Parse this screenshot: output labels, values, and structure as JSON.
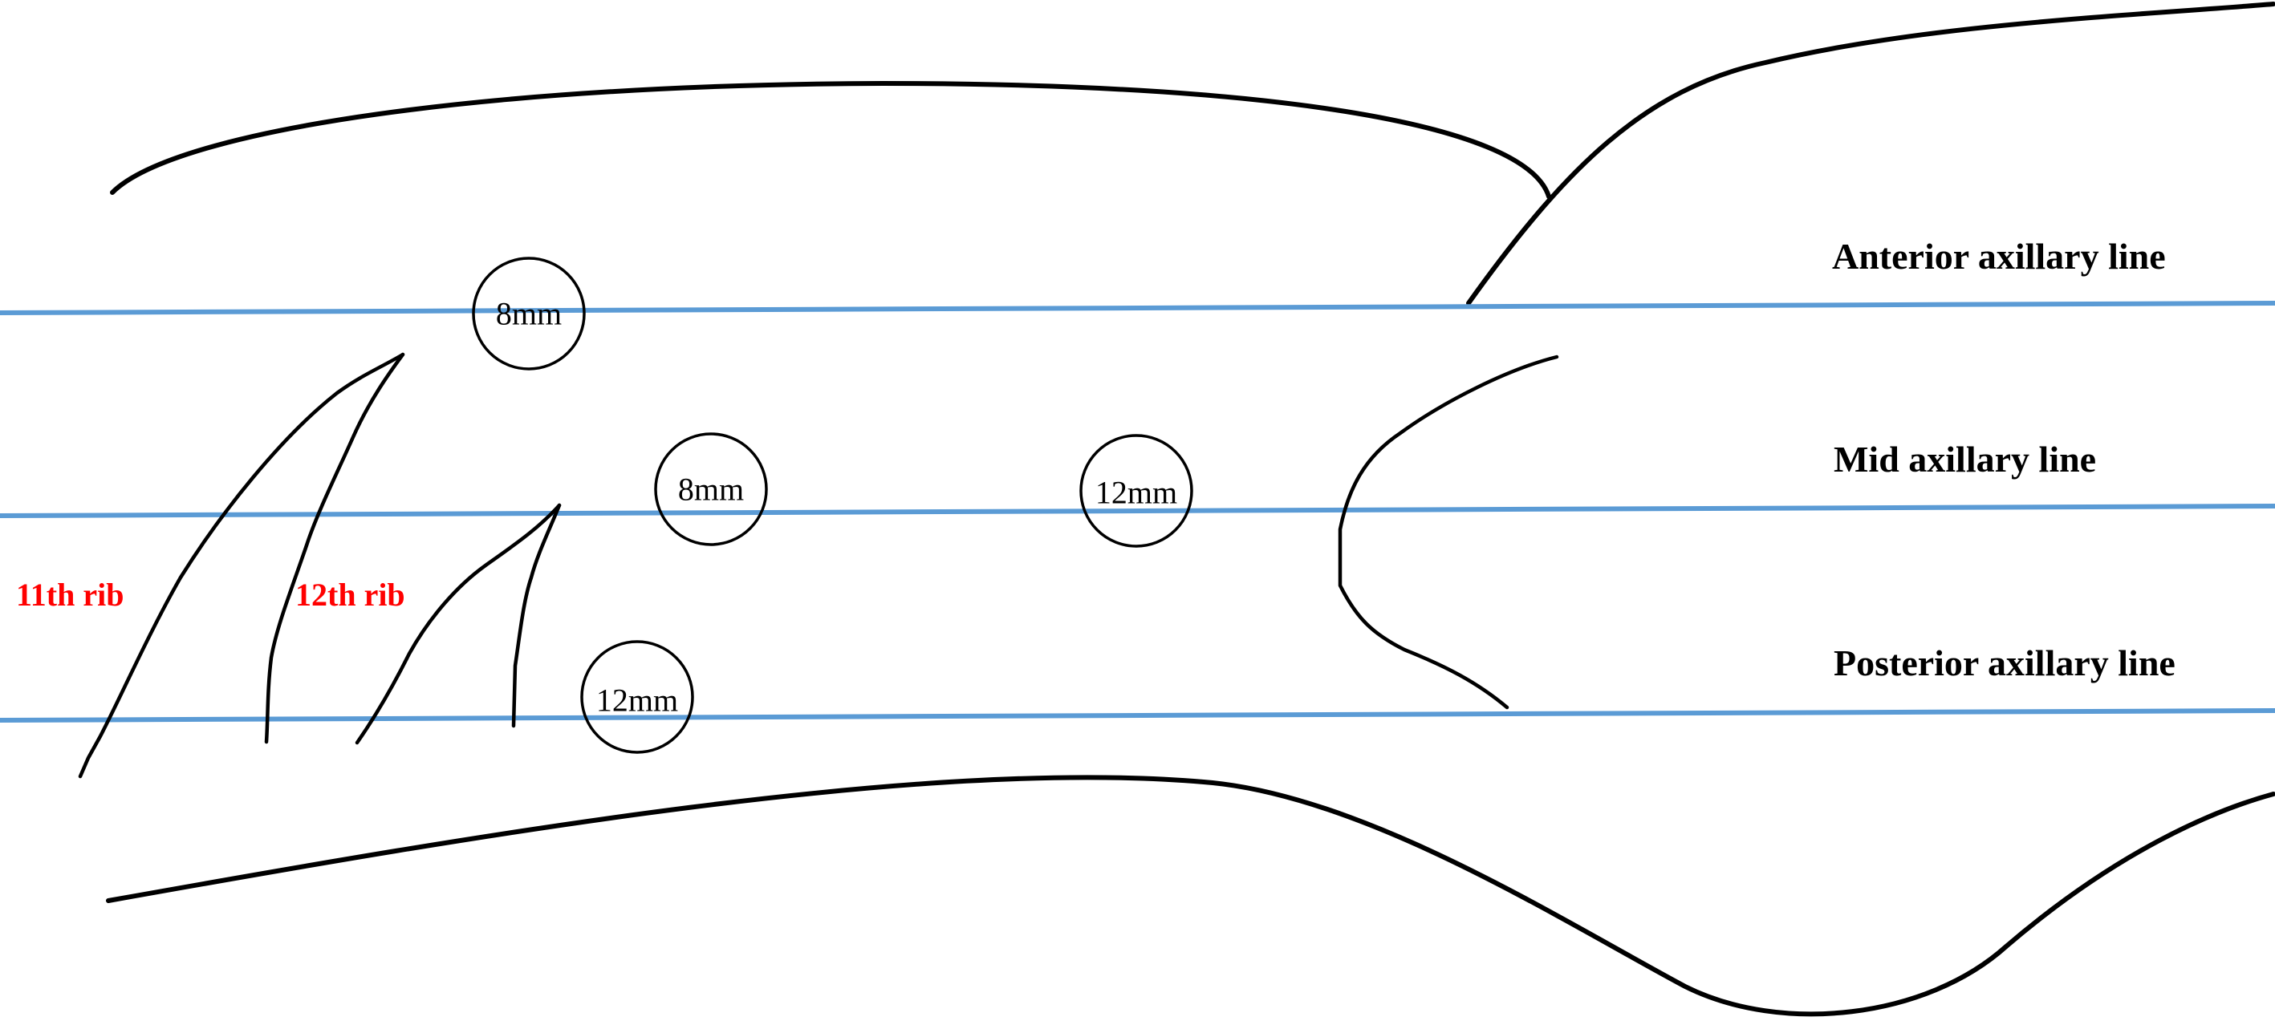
{
  "axillary_lines": [
    {
      "label": "Anterior axillary line"
    },
    {
      "label": "Mid axillary line"
    },
    {
      "label": "Posterior axillary line"
    }
  ],
  "ports": [
    {
      "label": "8mm"
    },
    {
      "label": "8mm"
    },
    {
      "label": "12mm"
    },
    {
      "label": "12mm"
    }
  ],
  "ribs": [
    {
      "label": "11th rib"
    },
    {
      "label": "12th rib"
    }
  ],
  "colors": {
    "axillary_line": "#5b9bd5",
    "rib_label": "#ff0000",
    "outline": "#000000"
  }
}
